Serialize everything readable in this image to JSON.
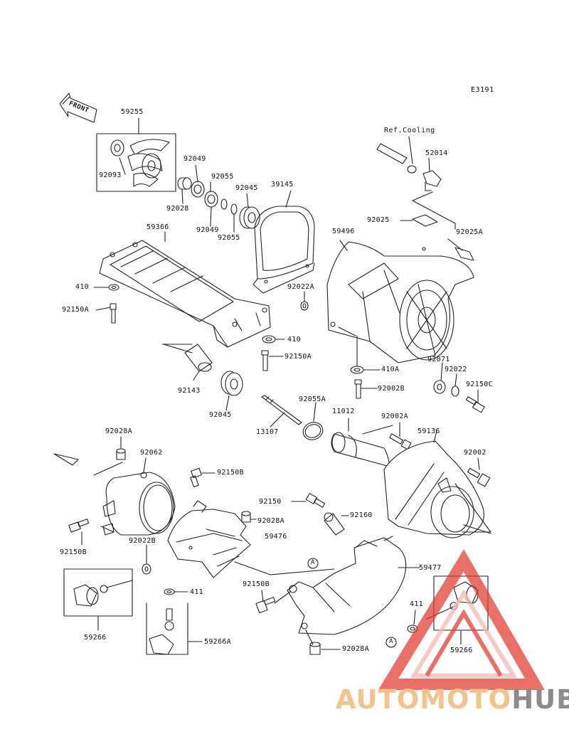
{
  "header": {
    "code": "E3191",
    "front_label": "FRONT",
    "ref_cooling": "Ref.Cooling"
  },
  "parts": [
    "59255",
    "92093",
    "92049",
    "92055",
    "92045",
    "39145",
    "92028",
    "92049",
    "92055",
    "52014",
    "92025",
    "92025A",
    "59366",
    "59496",
    "410",
    "92150A",
    "92022A",
    "410",
    "92150A",
    "410A",
    "92071",
    "92022",
    "92150C",
    "92143",
    "92045",
    "92002B",
    "92055A",
    "11012",
    "92002A",
    "59136",
    "13107",
    "92002",
    "92028A",
    "92062",
    "92150B",
    "92150",
    "92028A",
    "92160",
    "59476",
    "92150B",
    "92022B",
    "59477",
    "411",
    "92150B",
    "411",
    "59266",
    "59266A",
    "59266",
    "92028A"
  ],
  "markers": [
    "A",
    "A"
  ],
  "watermark": {
    "brand_a": "AUTOMOTO",
    "brand_b": "HUB"
  },
  "colors": {
    "line": "#222222",
    "watermark_red": "#e23a2e",
    "watermark_pink": "#f6b6ad",
    "brand_a": "#f2c48c",
    "brand_b": "#8c8c8c"
  }
}
